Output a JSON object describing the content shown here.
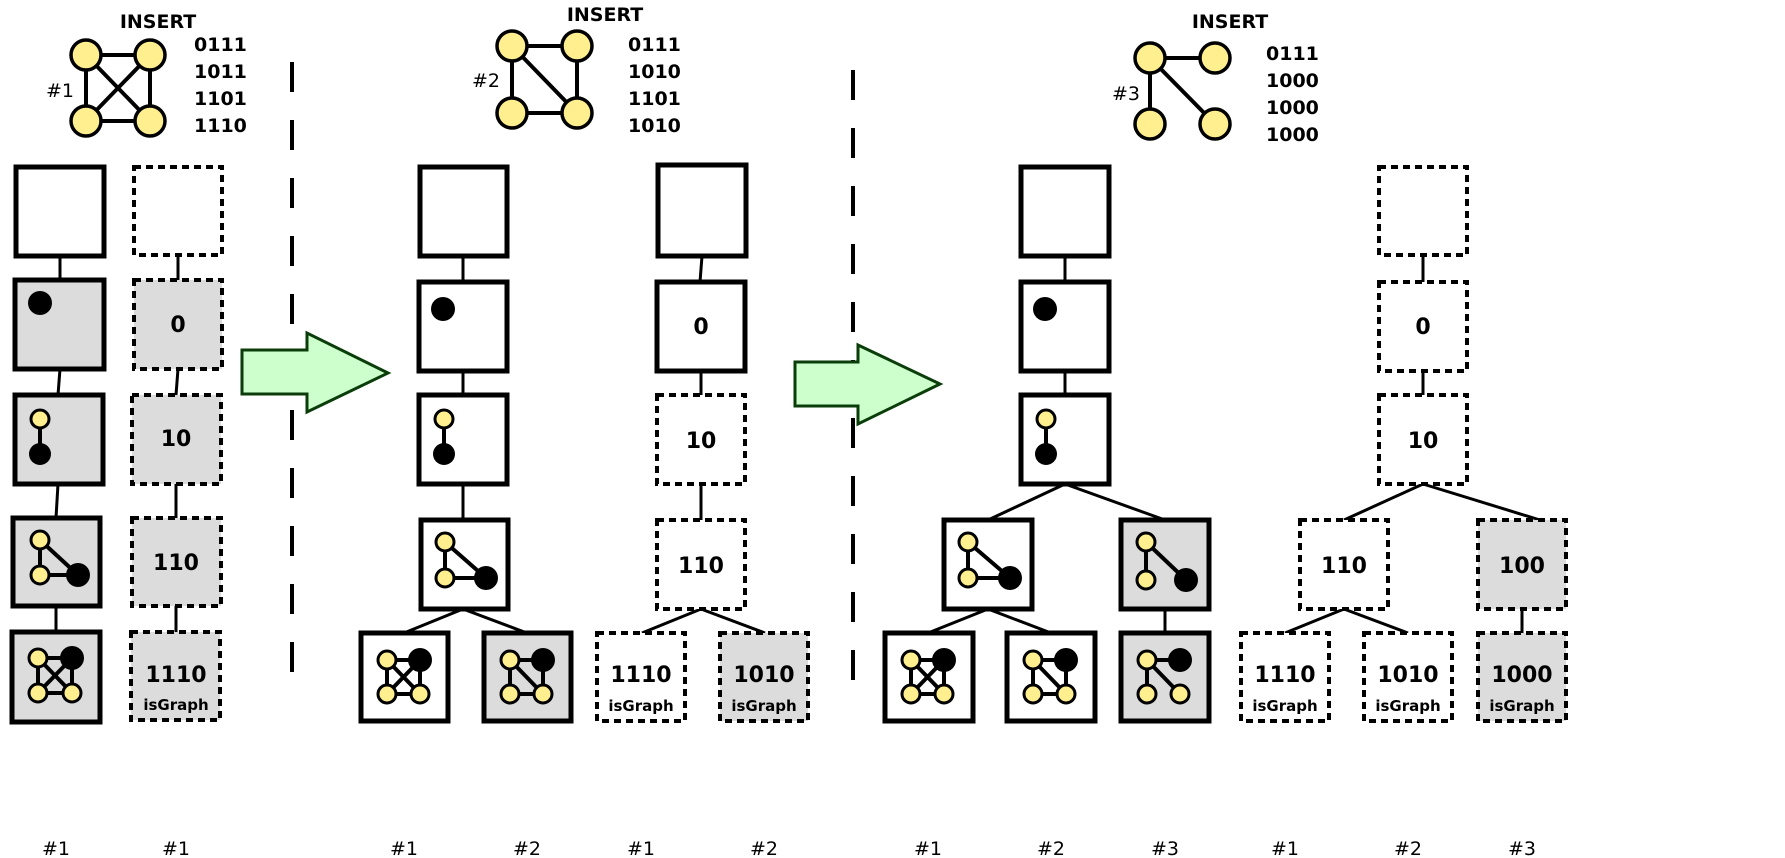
{
  "colors": {
    "node_fill": "#ffef8f",
    "node_stroke": "#000000",
    "shaded_box": "#dcdcdc",
    "arrow_fill": "#ccffcc",
    "arrow_stroke": "#0a3d0a"
  },
  "panels": [
    {
      "insert_label": "INSERT",
      "graph_label": "#1",
      "matrix": [
        "0111",
        "1011",
        "1101",
        "1110"
      ],
      "left_tree": {
        "bottom_labels": [
          "#1"
        ]
      },
      "right_tree": {
        "codes": [
          "0",
          "10",
          "110",
          "1110"
        ],
        "is_graph_label": "isGraph",
        "bottom_labels": [
          "#1"
        ]
      }
    },
    {
      "insert_label": "INSERT",
      "graph_label": "#2",
      "matrix": [
        "0111",
        "1010",
        "1101",
        "1010"
      ],
      "left_tree": {
        "bottom_labels": [
          "#1",
          "#2"
        ]
      },
      "right_tree": {
        "codes": [
          "0",
          "10",
          "110",
          "1110",
          "1010"
        ],
        "is_graph_label": "isGraph",
        "bottom_labels": [
          "#1",
          "#2"
        ]
      }
    },
    {
      "insert_label": "INSERT",
      "graph_label": "#3",
      "matrix": [
        "0111",
        "1000",
        "1000",
        "1000"
      ],
      "left_tree": {
        "bottom_labels": [
          "#1",
          "#2",
          "#3"
        ]
      },
      "right_tree": {
        "codes": [
          "0",
          "10",
          "110",
          "100",
          "1110",
          "1010",
          "1000"
        ],
        "is_graph_label": "isGraph",
        "bottom_labels": [
          "#1",
          "#2",
          "#3"
        ]
      }
    }
  ]
}
